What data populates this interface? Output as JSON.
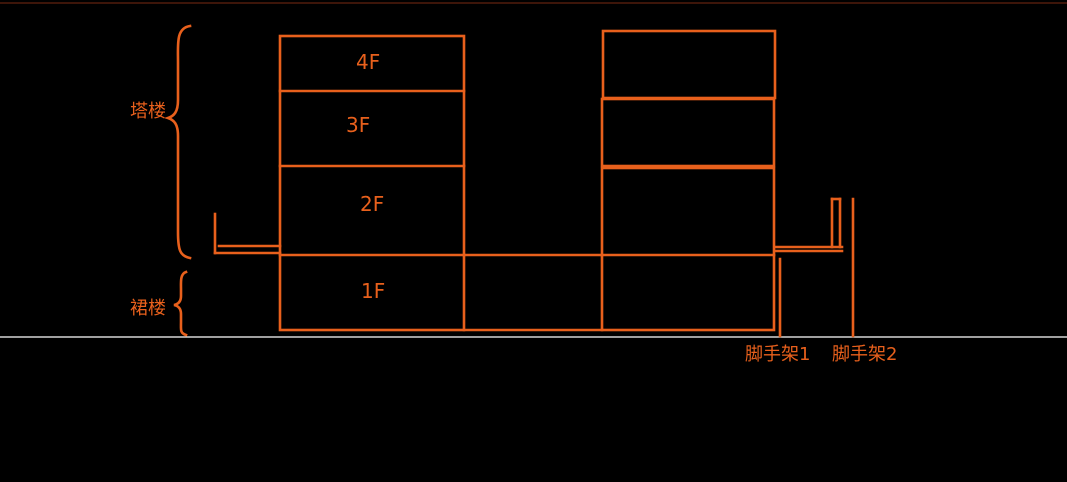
{
  "diagram": {
    "floors": [
      "4F",
      "3F",
      "2F",
      "1F"
    ],
    "labels": {
      "tower": "塔楼",
      "podium": "裙楼",
      "scaffold_1": "脚手架1",
      "scaffold_2": "脚手架2"
    },
    "colors": {
      "stroke": "#e8601c",
      "background": "#000000",
      "ground_line": "#ffffff"
    }
  }
}
